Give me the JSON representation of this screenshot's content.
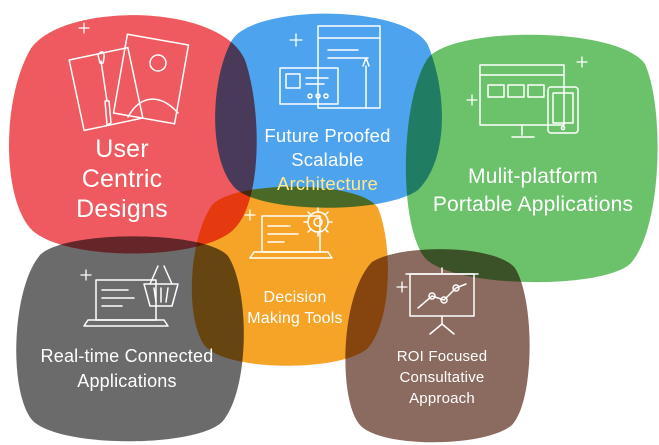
{
  "colors": {
    "red": "#ee5a5f",
    "blue": "#4ea3ee",
    "green": "#6cc26b",
    "gray": "#6b6b6b",
    "orange": "#f6a428",
    "brown": "#8b6a5f",
    "text": "#ffffff",
    "accent_text": "#ffe98a"
  },
  "nodes": {
    "user_centric": {
      "line1": "User",
      "line2": "Centric",
      "line3": "Designs",
      "icon": "design-canvas-icon"
    },
    "future_proofed": {
      "line1": "Future Proofed",
      "line2": "Scalable",
      "line3": "Architecture",
      "icon": "architecture-devices-icon"
    },
    "multi_platform": {
      "line1": "Mulit-platform",
      "line2": "Portable Applications",
      "icon": "monitor-tablet-icon"
    },
    "real_time": {
      "line1": "Real-time Connected",
      "line2": "Applications",
      "icon": "laptop-basket-icon"
    },
    "decision_making": {
      "line1": "Decision",
      "line2": "Making Tools",
      "icon": "laptop-gear-icon"
    },
    "roi_focused": {
      "line1": "ROI Focused",
      "line2": "Consultative",
      "line3": "Approach",
      "icon": "presentation-chart-icon"
    }
  }
}
